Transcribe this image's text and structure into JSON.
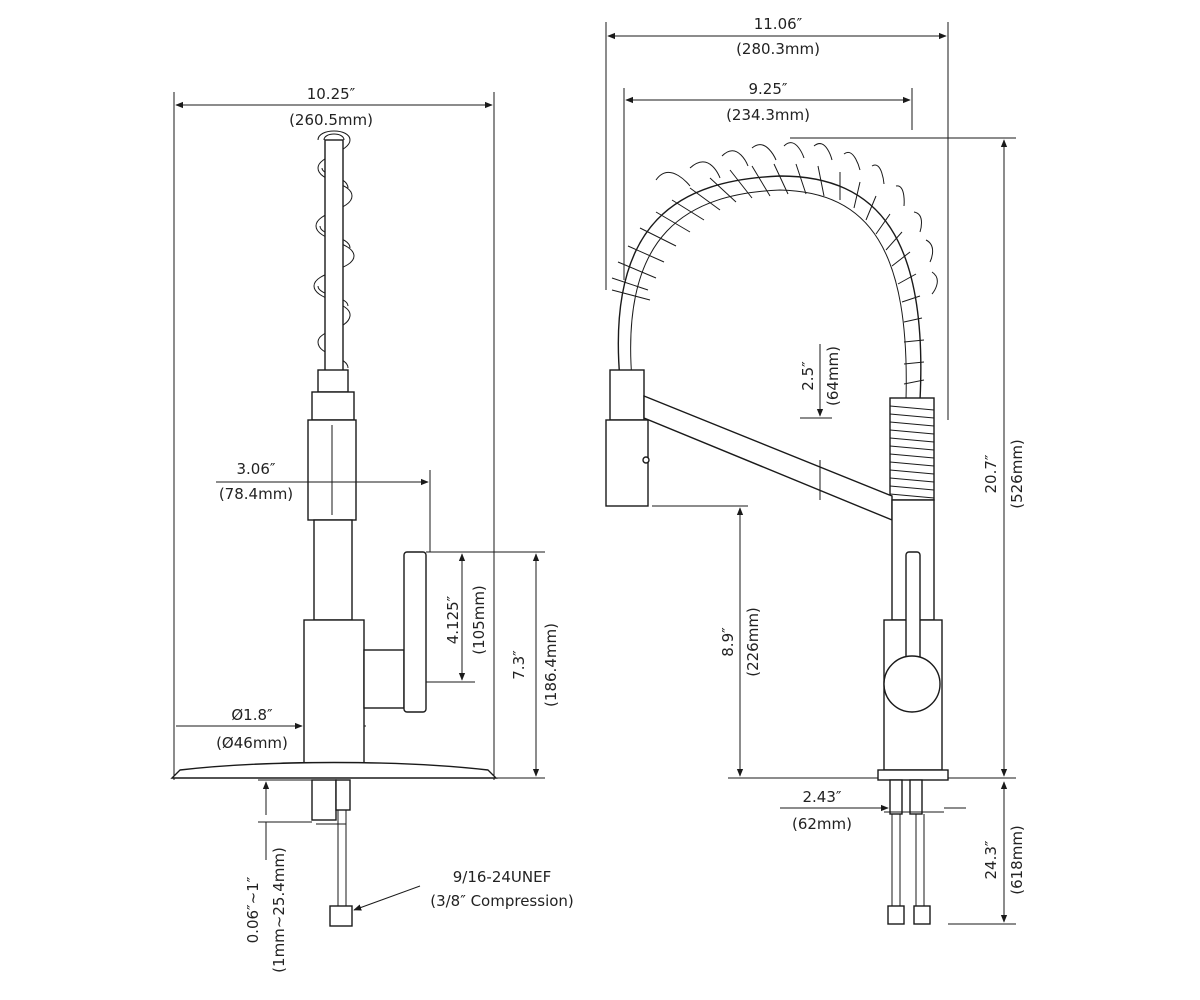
{
  "front_view": {
    "width_in": "10.25″",
    "width_mm": "(260.5mm)",
    "spout_in": "3.06″",
    "spout_mm": "(78.4mm)",
    "lever_in": "4.125″",
    "lever_mm": "(105mm)",
    "base_height_in": "7.3″",
    "base_height_mm": "(186.4mm)",
    "base_dia_in": "Ø1.8″",
    "base_dia_mm": "(Ø46mm)",
    "deck_in": "0.06″~1″",
    "deck_mm": "(1mm~25.4mm)",
    "thread_spec": "9/16-24UNEF",
    "thread_note": "(3/8″ Compression)"
  },
  "side_view": {
    "width_in": "11.06″",
    "width_mm": "(280.3mm)",
    "reach_in": "9.25″",
    "reach_mm": "(234.3mm)",
    "drop_in": "2.5″",
    "drop_mm": "(64mm)",
    "clearance_in": "8.9″",
    "clearance_mm": "(226mm)",
    "height_in": "20.7″",
    "height_mm": "(526mm)",
    "shank_in": "2.43″",
    "shank_mm": "(62mm)",
    "hose_in": "24.3″",
    "hose_mm": "(618mm)"
  },
  "colors": {
    "line": "#1a1a1a",
    "text": "#222222"
  }
}
